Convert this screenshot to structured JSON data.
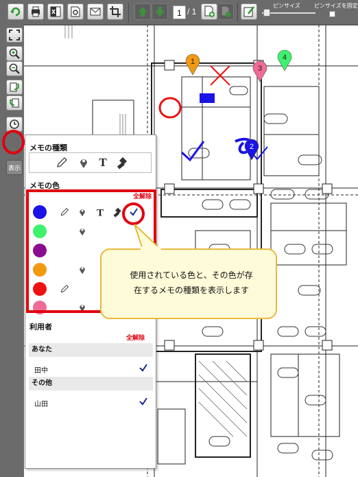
{
  "toolbar": {
    "page_current": "1",
    "page_total": "/ 1",
    "pin_size_label": "ピンサイズ",
    "pin_size_setting_label": "ピンサイズを固定"
  },
  "sidebar": {
    "display_label": "表示"
  },
  "panel": {
    "memo_type_title": "メモの種類",
    "memo_color_title": "メモの色",
    "color_clear_all": "全解除",
    "colors": [
      {
        "color": "#1b12e6",
        "icons": [
          "pencil",
          "pin",
          "text",
          "stamp"
        ],
        "checked": true
      },
      {
        "color": "#3ef26c",
        "icons": [
          "pin"
        ],
        "checked": false
      },
      {
        "color": "#8a0c91",
        "icons": [],
        "checked": false
      },
      {
        "color": "#f19a10",
        "icons": [
          "pin"
        ],
        "checked": false
      },
      {
        "color": "#ee1111",
        "icons": [
          "pencil"
        ],
        "checked": false
      },
      {
        "color": "#f06b95",
        "icons": [
          "pin"
        ],
        "checked": false
      }
    ],
    "users_title": "利用者",
    "users_clear_all": "全解除",
    "user_groups": [
      {
        "label": "あなた",
        "users": [
          {
            "name": "田中",
            "checked": true
          }
        ]
      },
      {
        "label": "その他",
        "users": [
          {
            "name": "山田",
            "checked": true
          }
        ]
      }
    ]
  },
  "drawing": {
    "pins": [
      {
        "label": "1",
        "color": "#f19a10"
      },
      {
        "label": "2",
        "color": "#1b12e6"
      },
      {
        "label": "3",
        "color": "#f06b95"
      },
      {
        "label": "4",
        "color": "#3ef26c"
      }
    ]
  },
  "callout": {
    "text_line1": "使用されている色と、その色が存",
    "text_line2": "在するメモの種類を表示します"
  },
  "colors": {
    "highlight_red": "#e0000e",
    "toolbar_gray": "#6b6b6b",
    "callout_bg": "#fefbd9",
    "callout_border": "#e8b93a"
  }
}
